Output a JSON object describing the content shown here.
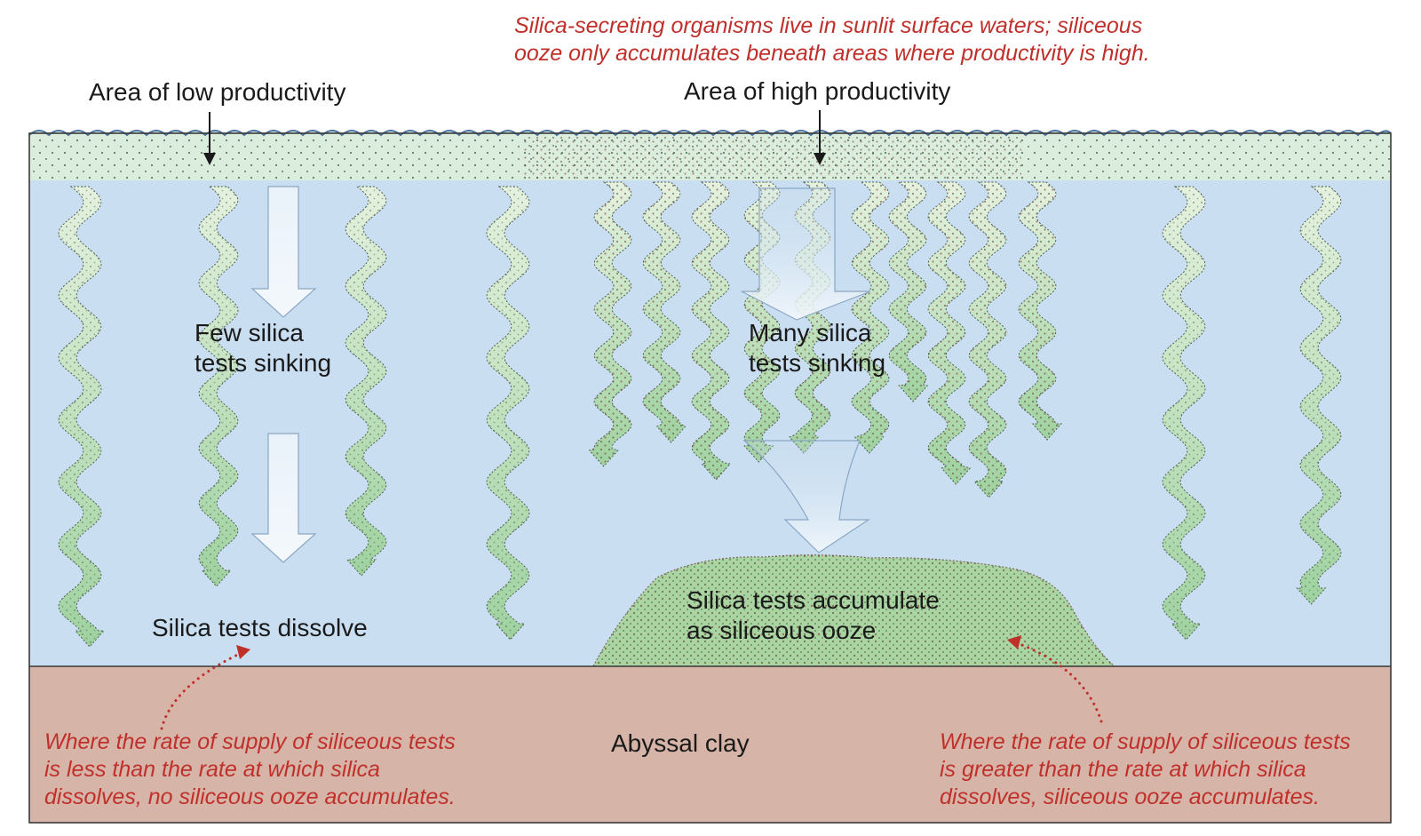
{
  "title_note": [
    "Silica-secreting organisms live in sunlit surface waters; siliceous",
    "ooze only accumulates beneath areas where productivity is high."
  ],
  "label_low": "Area of low productivity",
  "label_high": "Area of high productivity",
  "few_sinking": [
    "Few silica",
    "tests sinking"
  ],
  "many_sinking": [
    "Many silica",
    "tests sinking"
  ],
  "tests_dissolve": "Silica tests dissolve",
  "ooze_label": [
    "Silica tests accumulate",
    "as siliceous ooze"
  ],
  "abyssal_clay": "Abyssal clay",
  "note_left": [
    "Where the rate of supply of siliceous tests",
    "is less than the rate at which silica",
    "dissolves, no siliceous ooze accumulates."
  ],
  "note_right": [
    "Where the rate of supply of siliceous tests",
    "is greater than the rate at which silica",
    "dissolves, siliceous ooze accumulates."
  ],
  "colors": {
    "ocean": "#c9def0",
    "surface_layer": "#dbeede",
    "sediment": "#d6b4a8",
    "ooze": "#a9d5a3",
    "annotation": "#c0302b",
    "outline": "#3a3a3a"
  },
  "icons": [
    "test-stream",
    "sinking-arrow",
    "dotted-callout-arrow"
  ]
}
